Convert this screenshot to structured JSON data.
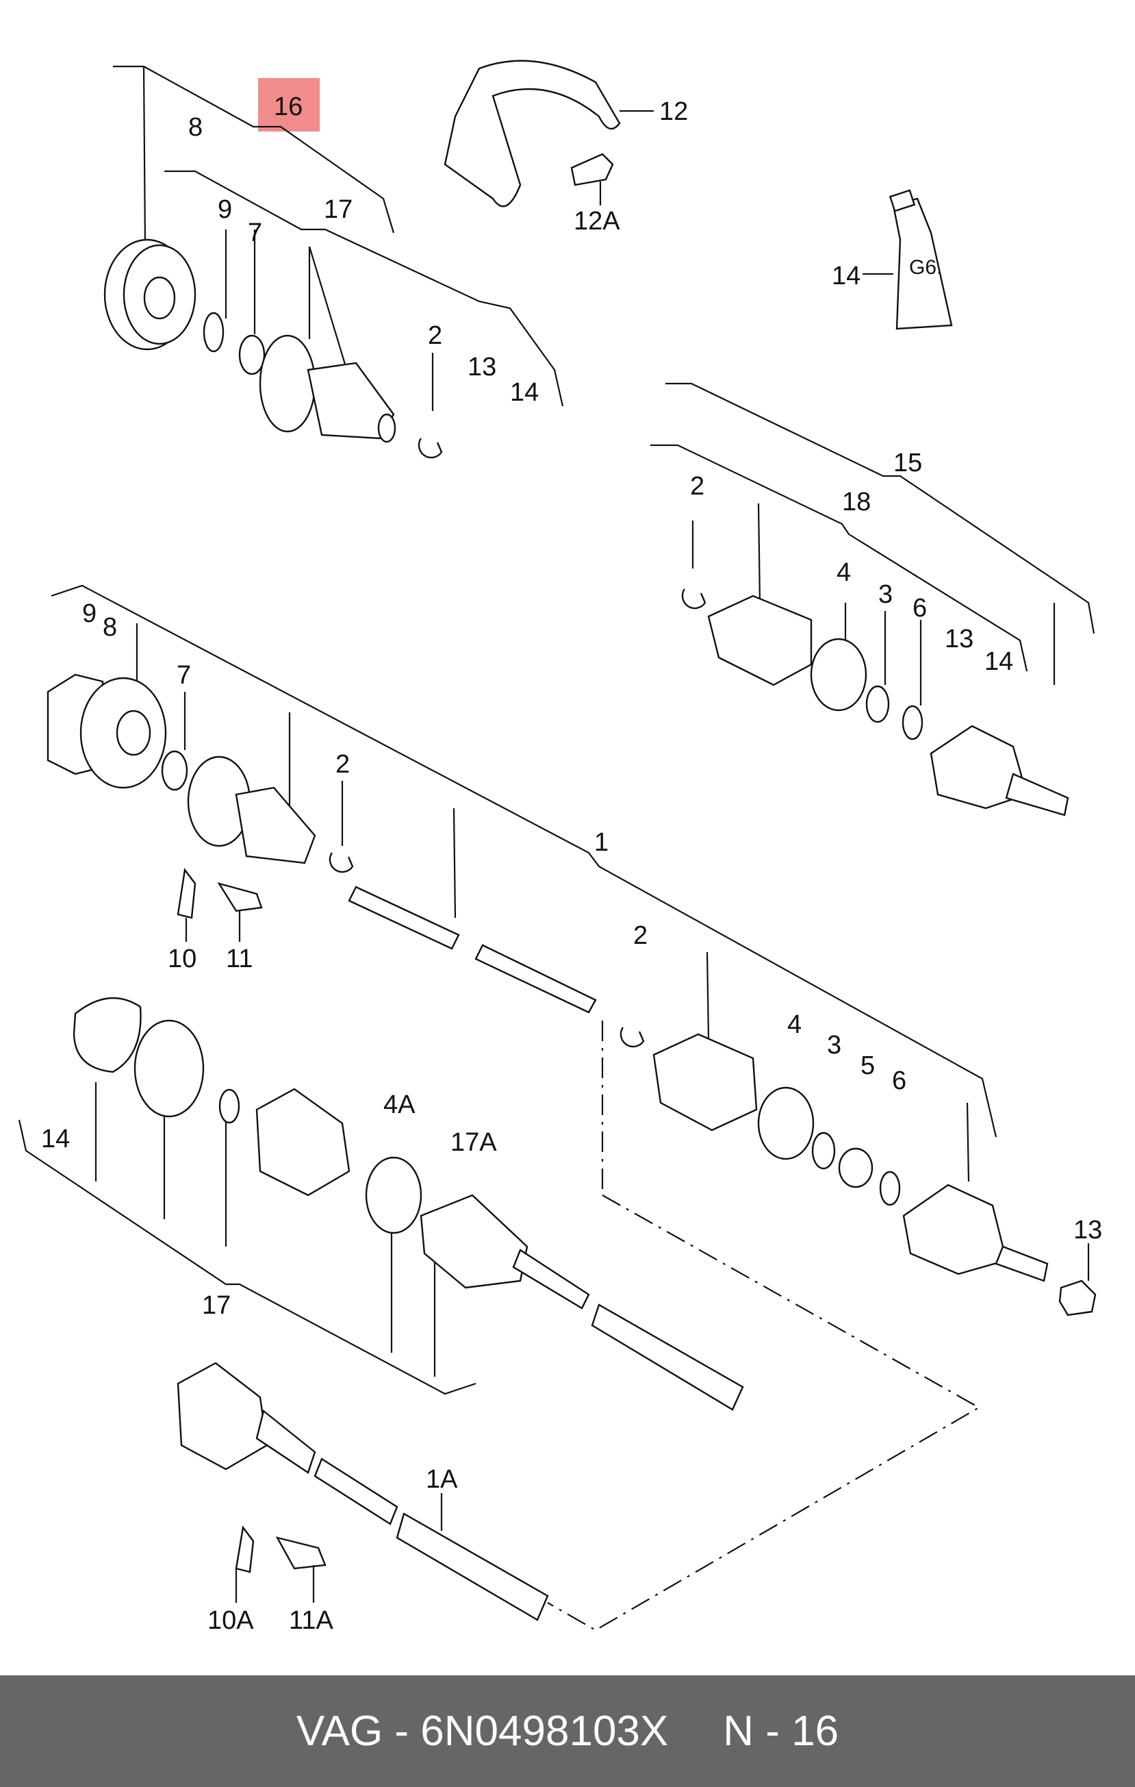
{
  "highlight": {
    "label": "16",
    "color": "#f28b8b"
  },
  "labels": {
    "l8_top": "8",
    "l17_top": "17",
    "l9_top": "9",
    "l7_top": "7",
    "l2_top": "2",
    "l13_top": "13",
    "l14_top": "14",
    "l12": "12",
    "l12A": "12A",
    "l14_tube": "14",
    "tube_text": "G6.",
    "l15": "15",
    "l18": "18",
    "l2_r": "2",
    "l4_r": "4",
    "l3_r": "3",
    "l6_r": "6",
    "l13_r": "13",
    "l14_r": "14",
    "l9_m": "9",
    "l8_m": "8",
    "l7_m": "7",
    "l2_m": "2",
    "l1": "1",
    "l10": "10",
    "l11": "11",
    "l2_m2": "2",
    "l4_m2": "4",
    "l3_m2": "3",
    "l5_m2": "5",
    "l6_m2": "6",
    "l13_nut": "13",
    "l14_b": "14",
    "l4A": "4A",
    "l17A": "17A",
    "l17_b": "17",
    "l1A": "1A",
    "l10A": "10A",
    "l11A": "11A"
  },
  "footer": {
    "brand_part": "VAG - 6N0498103X",
    "ref": "N - 16"
  }
}
